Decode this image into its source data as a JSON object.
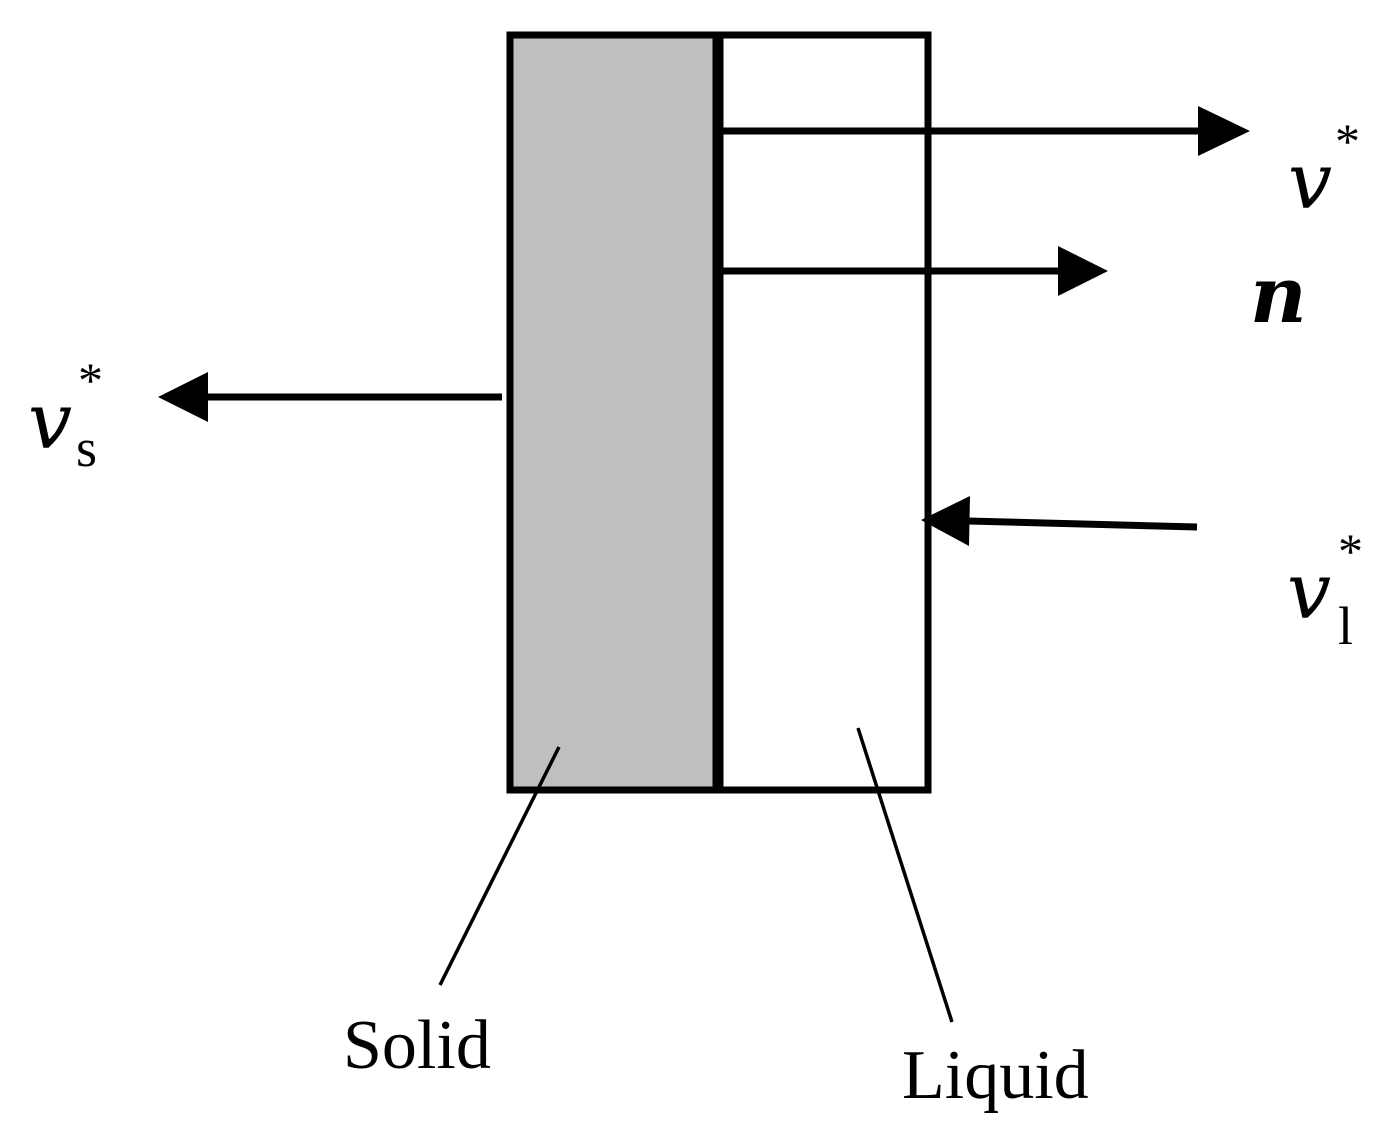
{
  "labels": {
    "v_star": {
      "base": "v",
      "sup": "*"
    },
    "n": "n",
    "v_s": {
      "base": "v",
      "sub": "s",
      "sup": "*"
    },
    "v_l": {
      "base": "v",
      "sub": "l",
      "sup": "*"
    },
    "solid": "Solid",
    "liquid": "Liquid"
  },
  "colors": {
    "solid_fill": "#bfbfbf",
    "liquid_fill": "#ffffff",
    "stroke": "#000000"
  }
}
